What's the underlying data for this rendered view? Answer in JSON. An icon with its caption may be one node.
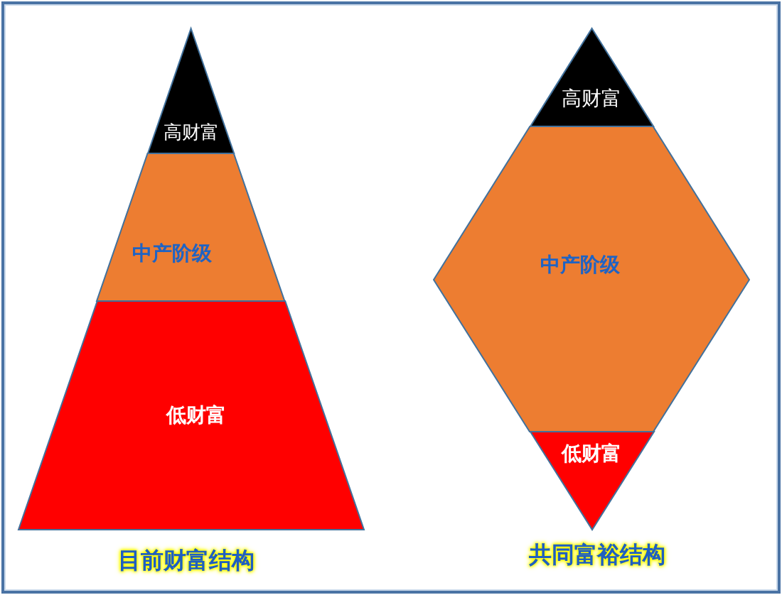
{
  "diagram": {
    "nodes": [
      {
        "text": [
          "高财富"
        ]
      },
      {
        "text": [
          "中产阶级"
        ]
      },
      {
        "text": [
          "低财富"
        ]
      },
      {
        "text": [
          "高财富"
        ]
      },
      {
        "text": [
          "中产阶级"
        ]
      },
      {
        "text": [
          "低财富"
        ]
      }
    ],
    "labels": [
      "目前财富结构",
      "共同富裕结构"
    ]
  }
}
